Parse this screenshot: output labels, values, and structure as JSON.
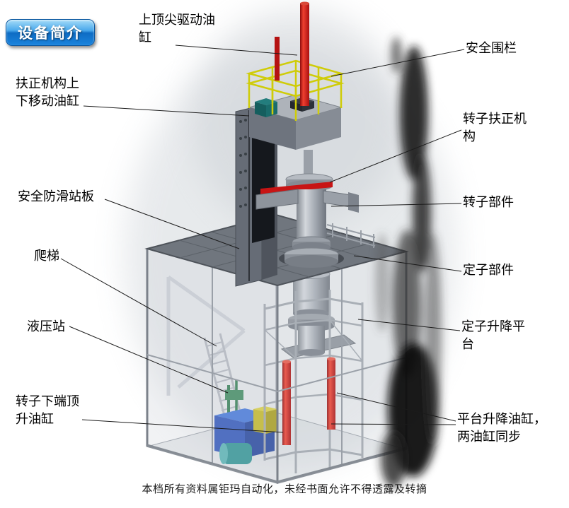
{
  "badge": {
    "label": "设备简介"
  },
  "callouts": {
    "top_drive_cylinder": "上顶尖驱动油缸",
    "safety_fence": "安全围栏",
    "centering_move_cylinder": "扶正机构上下移动油缸",
    "rotor_centering_mech": "转子扶正机构",
    "antislip_board": "安全防滑站板",
    "rotor_part": "转子部件",
    "ladder": "爬梯",
    "stator_part": "定子部件",
    "hydraulic_station": "液压站",
    "stator_lift_platform": "定子升降平台",
    "rotor_jack_cylinder": "转子下端顶升油缸",
    "platform_lift_cylinders": "平台升降油缸，两油缸同步"
  },
  "footer": {
    "watermark": "本档所有资料属钜玛自动化，未经书面允许不得透露及转摘"
  },
  "colors": {
    "badge_blue": "#1b84dd",
    "cylinder_red": "#c81414",
    "railing_yellow": "#cfcc08",
    "hydraulic_blue": "#2a52bb",
    "steel_gray": "#9aa0a8"
  }
}
